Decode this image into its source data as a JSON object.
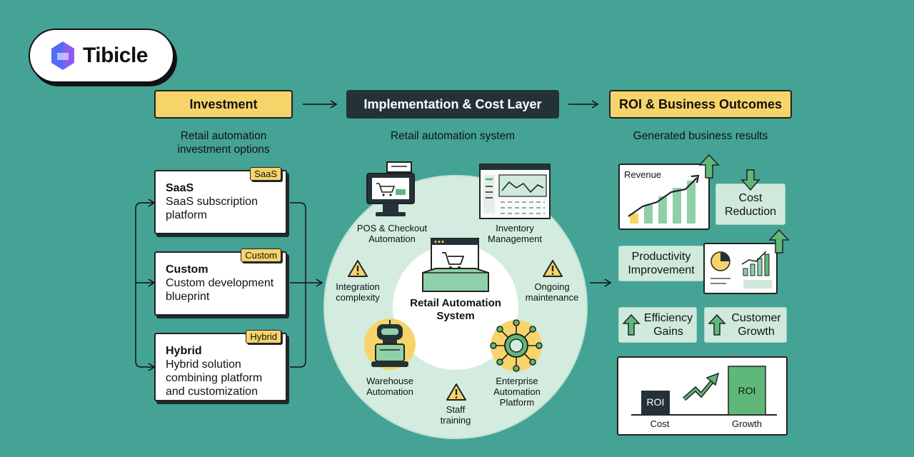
{
  "logo": {
    "text": "Tibicle"
  },
  "columns": {
    "investment": {
      "title": "Investment",
      "subtitle_line1": "Retail automation",
      "subtitle_line2": "investment options"
    },
    "implementation": {
      "title": "Implementation & Cost Layer",
      "subtitle": "Retail automation system"
    },
    "roi": {
      "title": "ROI & Business Outcomes",
      "subtitle": "Generated business results"
    }
  },
  "options": [
    {
      "tag": "SaaS",
      "title": "SaaS",
      "desc": [
        "SaaS subscription",
        "platform"
      ]
    },
    {
      "tag": "Custom",
      "title": "Custom",
      "desc": [
        "Custom development",
        "blueprint"
      ]
    },
    {
      "tag": "Hybrid",
      "title": "Hybrid",
      "desc": [
        "Hybrid solution",
        "combining platform",
        "and customization"
      ]
    }
  ],
  "system": {
    "center": [
      "Retail Automation",
      "System"
    ],
    "pos": [
      "POS & Checkout",
      "Automation"
    ],
    "inventory": [
      "Inventory",
      "Management"
    ],
    "warehouse": [
      "Warehouse",
      "Automation"
    ],
    "enterprise": [
      "Enterprise",
      "Automation",
      "Platform"
    ],
    "risk_integration": [
      "Integration",
      "complexity"
    ],
    "risk_maintenance": [
      "Ongoing",
      "maintenance"
    ],
    "risk_training": [
      "Staff",
      "training"
    ]
  },
  "outcomes": {
    "revenue": "Revenue",
    "cost_reduction": [
      "Cost",
      "Reduction"
    ],
    "productivity": [
      "Productivity",
      "Improvement"
    ],
    "efficiency": [
      "Efficiency",
      "Gains"
    ],
    "customer": [
      "Customer",
      "Growth"
    ],
    "roi_chart": {
      "bar_label": "ROI",
      "x_left": "Cost",
      "x_right": "Growth"
    }
  },
  "colors": {
    "background": "#44a395",
    "accent_yellow": "#f6d46a",
    "green": "#5fb87a",
    "mint": "#cfeadd",
    "dark": "#243238"
  }
}
